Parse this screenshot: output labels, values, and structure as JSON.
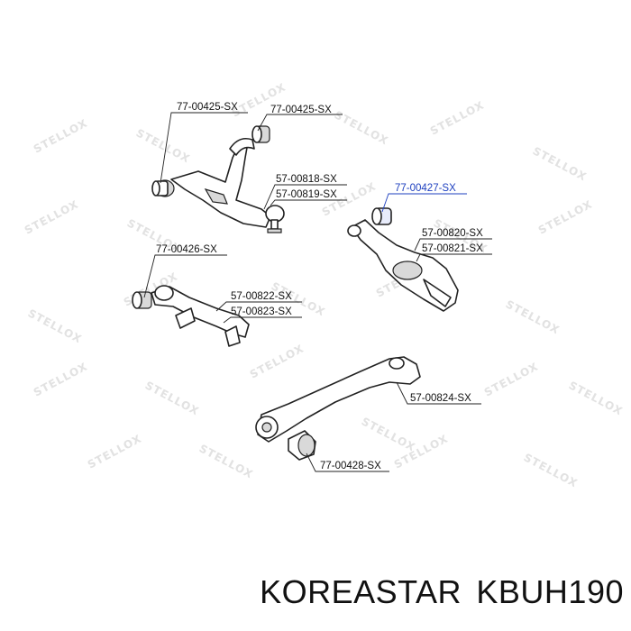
{
  "watermark_text": "STELLOX",
  "highlight_color": "#1d3fbf",
  "callouts": {
    "p77_00425_a": "77-00425-SX",
    "p77_00425_b": "77-00425-SX",
    "p57_00818": "57-00818-SX",
    "p57_00819": "57-00819-SX",
    "p77_00427": "77-00427-SX",
    "p57_00820": "57-00820-SX",
    "p57_00821": "57-00821-SX",
    "p77_00426": "77-00426-SX",
    "p57_00822": "57-00822-SX",
    "p57_00823": "57-00823-SX",
    "p57_00824": "57-00824-SX",
    "p77_00428": "77-00428-SX"
  },
  "footer": {
    "brand": "KOREASTAR",
    "part_number": "KBUH190"
  }
}
